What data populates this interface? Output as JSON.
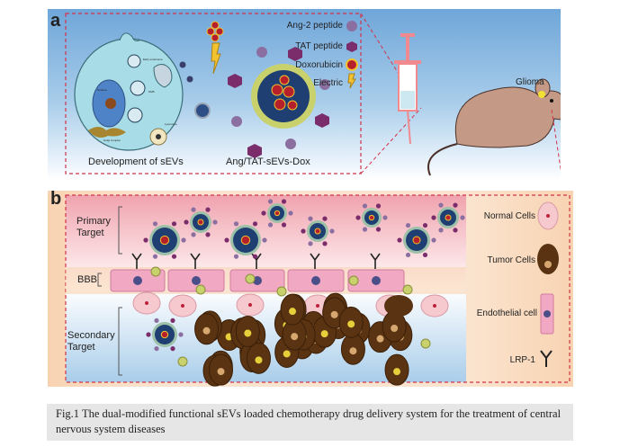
{
  "panel_a": {
    "letter": "a",
    "left_caption": "Development of sEVs",
    "center_caption": "Ang/TAT-sEVs-Dox",
    "cell_labels": {
      "nucleus": "Nucleus",
      "golgi": "Golgi complex",
      "early_endosome": "Early endosome",
      "mvb": "MVB",
      "lysosome": "Lysosome"
    },
    "legend": [
      {
        "label": "Ang-2 peptide",
        "icon": "purple-sphere",
        "color": "#8a6fa0"
      },
      {
        "label": "TAT peptide",
        "icon": "purple-hexagon",
        "color": "#7a2c6b"
      },
      {
        "label": "Doxorubicin",
        "icon": "red-circle-yellow-ring",
        "color": "#b5202a"
      },
      {
        "label": "Electric",
        "icon": "lightning-bolt",
        "color": "#f2c230"
      }
    ],
    "mouse_label": "Glioma"
  },
  "panel_b": {
    "letter": "b",
    "region_labels": {
      "primary": "Primary Target",
      "bbb": "BBB",
      "secondary": "Secondary Target"
    },
    "legend": [
      {
        "label": "Normal Cells",
        "icon": "pink-oval-cell"
      },
      {
        "label": "Tumor Cells",
        "icon": "brown-oval-cell"
      },
      {
        "label": "Endothelial cell",
        "icon": "pink-rect-cell"
      },
      {
        "label": "LRP-1",
        "icon": "y-receptor"
      }
    ]
  },
  "caption": {
    "text": "Fig.1 The dual-modified functional sEVs loaded chemotherapy drug delivery system for the treatment of central nervous system diseases"
  },
  "colors": {
    "dashed_border": "#d2334a",
    "tumor": "#5a3312",
    "tumor_nucleus": "#d6a870",
    "normal_cell": "#f6c9cf",
    "endothelial": "#f1a9c3",
    "mouse": "#c49a86",
    "syringe": "#f08a8f"
  }
}
